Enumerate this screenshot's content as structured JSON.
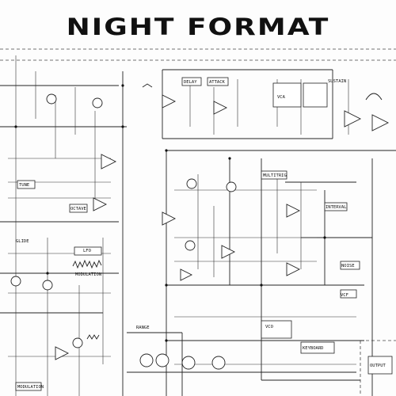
{
  "title": "NIGHT FORMAT",
  "labels": {
    "delay": "DELAY",
    "attack": "ATTACK",
    "sustain": "SUSTAIN",
    "multitrig": "MULTITRIG",
    "tune": "TUNE",
    "octave": "OCTAVE",
    "glide": "GLIDE",
    "lfo": "LFO",
    "modulation": "MODULATION",
    "interval": "INTERVAL",
    "noise": "NOISE",
    "range": "RANGE",
    "keyboard": "KEYBOARD",
    "output": "OUTPUT",
    "vcf": "VCF",
    "vco": "VCO",
    "vca": "VCA"
  }
}
